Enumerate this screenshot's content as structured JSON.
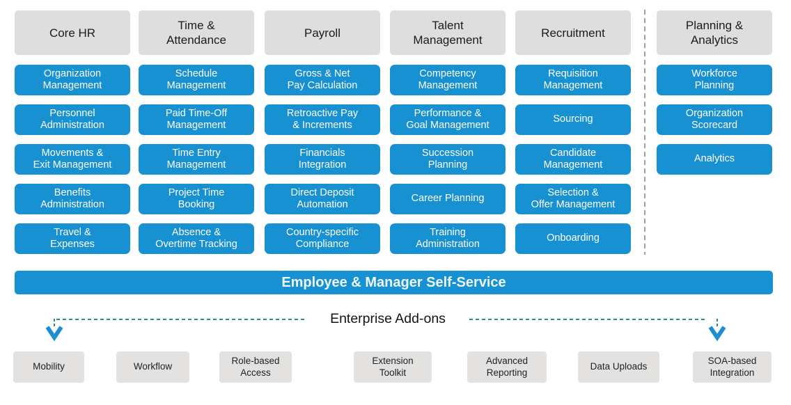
{
  "palette": {
    "accent_blue": "#1791d2",
    "header_gray": "#dfdede",
    "addon_gray": "#e4e2e1",
    "dash_teal": "#2b8c8c",
    "divider_gray": "#9d9d9d",
    "arrow_blue": "#1d8ed0"
  },
  "columns": [
    {
      "header": "Core HR",
      "items": [
        "Organization\nManagement",
        "Personnel\nAdministration",
        "Movements &\nExit Management",
        "Benefits\nAdministration",
        "Travel &\nExpenses"
      ]
    },
    {
      "header": "Time &\nAttendance",
      "items": [
        "Schedule\nManagement",
        "Paid Time-Off\nManagement",
        "Time Entry\nManagement",
        "Project Time\nBooking",
        "Absence &\nOvertime Tracking"
      ]
    },
    {
      "header": "Payroll",
      "items": [
        "Gross & Net\nPay Calculation",
        "Retroactive Pay\n& Increments",
        "Financials\nIntegration",
        "Direct Deposit\nAutomation",
        "Country-specific\nCompliance"
      ]
    },
    {
      "header": "Talent\nManagement",
      "items": [
        "Competency\nManagement",
        "Performance &\nGoal Management",
        "Succession\nPlanning",
        "Career Planning",
        "Training\nAdministration"
      ]
    },
    {
      "header": "Recruitment",
      "items": [
        "Requisition\nManagement",
        "Sourcing",
        "Candidate\nManagement",
        "Selection &\nOffer Management",
        "Onboarding"
      ]
    },
    {
      "header": "Planning &\nAnalytics",
      "items": [
        "Workforce\nPlanning",
        "Organization\nScorecard",
        "Analytics"
      ]
    }
  ],
  "self_service": {
    "label": "Employee & Manager Self-Service"
  },
  "addons": {
    "title": "Enterprise Add-ons",
    "items": [
      "Mobility",
      "Workflow",
      "Role-based\nAccess",
      "Extension\nToolkit",
      "Advanced\nReporting",
      "Data Uploads",
      "SOA-based\nIntegration"
    ]
  }
}
